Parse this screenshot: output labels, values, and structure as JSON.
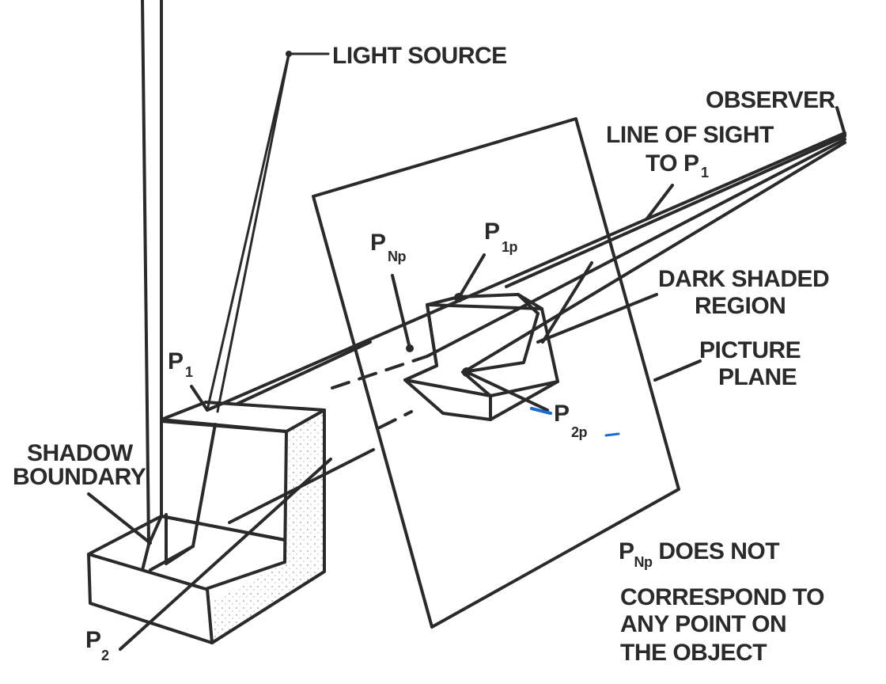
{
  "figure": {
    "type": "perspective projection / shadow diagram",
    "labels": {
      "light_source": "LIGHT SOURCE",
      "observer": "OBSERVER",
      "line_of_sight_1": "LINE OF SIGHT",
      "line_of_sight_2": "TO P",
      "line_of_sight_sub": "1",
      "p_np_main": "P",
      "p_np_sub": "Np",
      "p_1p_main": "P",
      "p_1p_sub": "1p",
      "dark_shaded_1": "DARK SHADED",
      "dark_shaded_2": "REGION",
      "picture_plane_1": "PICTURE",
      "picture_plane_2": "PLANE",
      "p2p_main": "P",
      "p2p_sub": "2p",
      "p1_main": "P",
      "p1_sub": "1",
      "p2_main": "P",
      "p2_sub": "2",
      "shadow_boundary_1": "SHADOW",
      "shadow_boundary_2": "BOUNDARY",
      "note_main": "P",
      "note_sub": "Np",
      "note_line1": " DOES NOT",
      "note_line2": "CORRESPOND TO",
      "note_line3": "ANY POINT ON",
      "note_line4": "THE OBJECT"
    },
    "colors": {
      "ink": "#2a2a2a",
      "accent_blue": "#1a6ad0",
      "background": "#ffffff"
    }
  }
}
